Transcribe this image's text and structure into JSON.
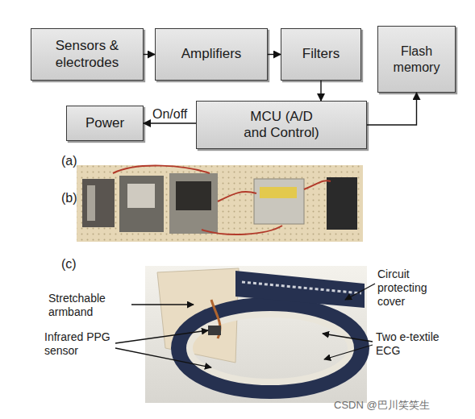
{
  "diagram": {
    "nodes": [
      {
        "text": [
          "Sensors & electrodes"
        ]
      },
      {
        "text": [
          "Amplifiers"
        ]
      },
      {
        "text": [
          "Filters"
        ]
      },
      {
        "text": [
          "Flash memory"
        ]
      },
      {
        "text": [
          "Power"
        ]
      },
      {
        "text": [
          "MCU (A/D and Control)"
        ]
      }
    ],
    "edges": [
      {
        "from": 0,
        "to": 1,
        "arrow": "to"
      },
      {
        "from": 1,
        "to": 2,
        "arrow": "to"
      },
      {
        "from": 2,
        "to": 5,
        "arrow": "to"
      },
      {
        "from": 5,
        "to": 3,
        "arrow": "to"
      },
      {
        "from": 5,
        "to": 4,
        "label": "On/off",
        "arrow": "to"
      }
    ],
    "labels": [
      "(a)",
      "(b)",
      "(c)",
      "Stretchable armband",
      "Circuit protecting cover",
      "Infrared PPG sensor",
      "Two e-textile ECG",
      "CSDN @巴川笑笑生"
    ]
  }
}
